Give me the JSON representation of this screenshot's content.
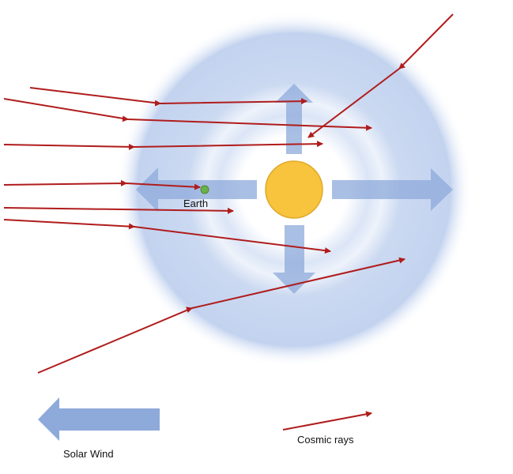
{
  "labels": {
    "earth": "Earth",
    "solar_wind": "Solar Wind",
    "cosmic_rays": "Cosmic rays"
  },
  "colors": {
    "ray": "#b01c1c",
    "wind": "#8eaadb",
    "sun": "#f8c33d",
    "earth": "#6ab04c",
    "heliosphere": "#c3d3ef"
  },
  "icons": [
    "sun-icon",
    "earth-icon",
    "solar-wind-arrow-icon",
    "cosmic-ray-arrow-icon"
  ]
}
